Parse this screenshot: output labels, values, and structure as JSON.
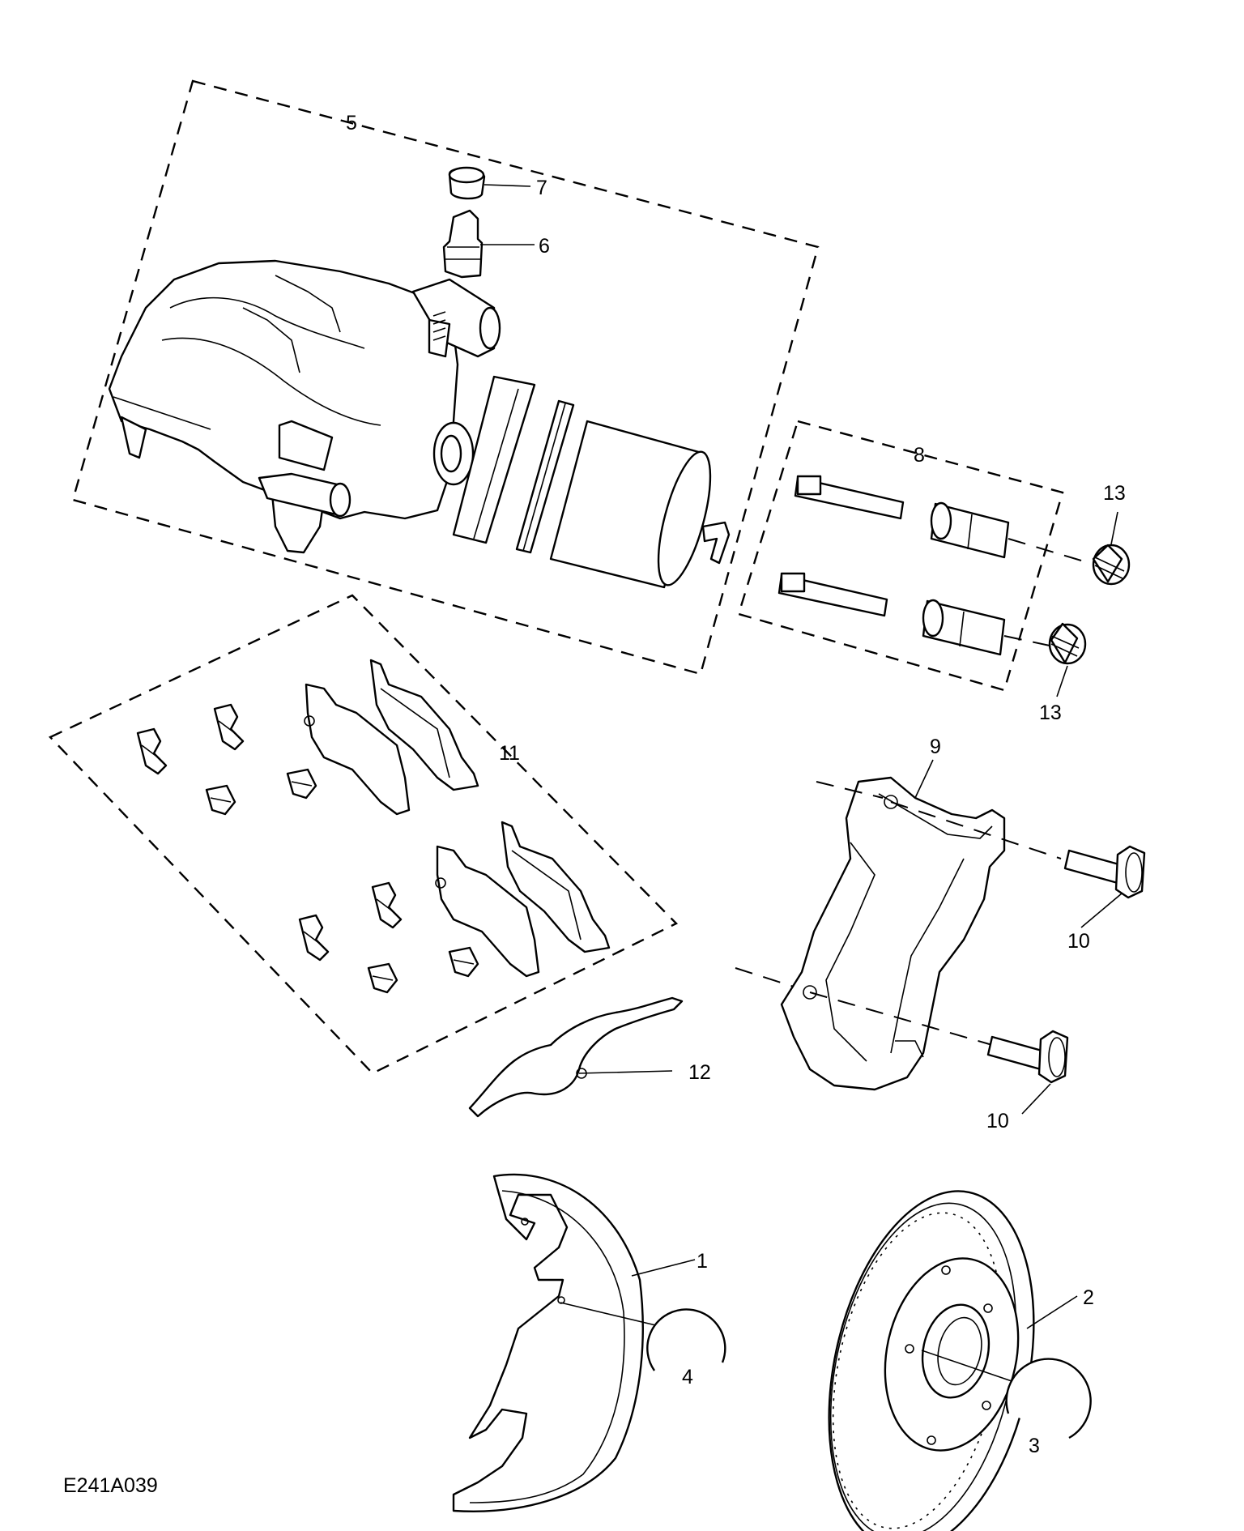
{
  "figure_code": "E241A039",
  "callouts": {
    "c1": "1",
    "c2": "2",
    "c3": "3",
    "c4": "4",
    "c5": "5",
    "c6": "6",
    "c7": "7",
    "c8": "8",
    "c9": "9",
    "c10a": "10",
    "c10b": "10",
    "c11": "11",
    "c12": "12",
    "c13a": "13",
    "c13b": "13"
  }
}
